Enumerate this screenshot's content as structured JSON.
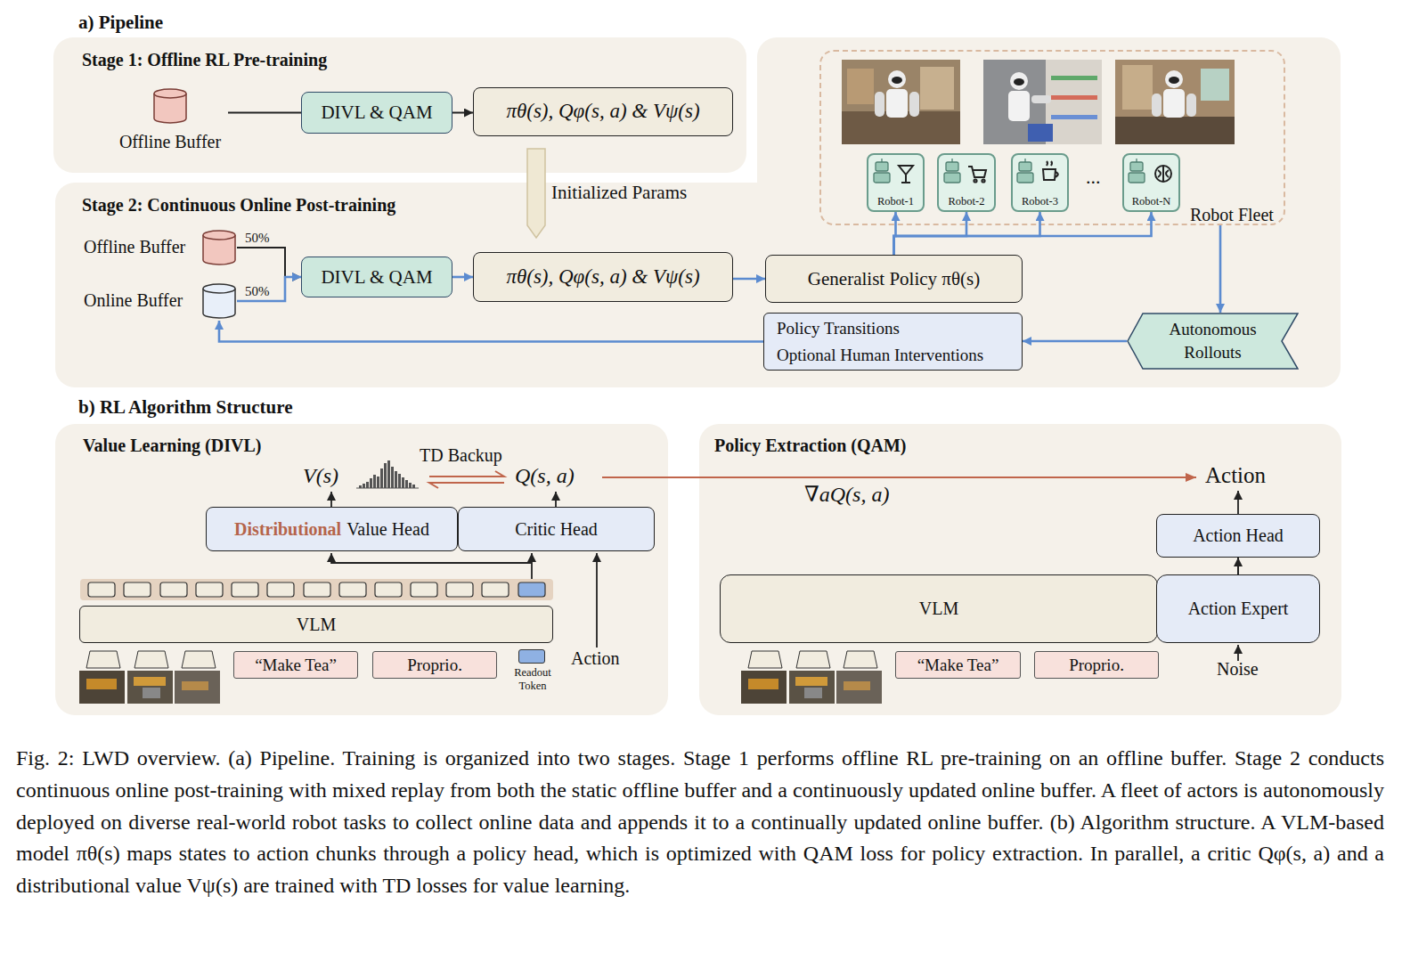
{
  "diagram": {
    "caption": "Fig. 2: LWD overview. (a) Pipeline. Training is organized into two stages. Stage 1 performs offline RL pre-training on an offline buffer. Stage 2 conducts continuous online post-training with mixed replay from both the static offline buffer and a continuously updated online buffer. A fleet of actors is autonomously deployed on diverse real-world robot tasks to collect online data and appends it to a continually updated online buffer. (b) Algorithm structure. A VLM-based model πθ(s) maps states to action chunks through a policy head, which is optimized with QAM loss for policy extraction. In parallel, a critic Qφ(s, a) and a distributional value Vψ(s) are trained with TD losses for value learning.",
    "nodes": [
      {
        "text": [
          "Stage 1: Offline RL Pre-training"
        ]
      },
      {
        "text": [
          "Offline Buffer"
        ],
        "in": 0
      },
      {
        "text": [
          "DIVL & QAM"
        ],
        "in": 0
      },
      {
        "text": [
          "πθ(s), Qφ(s, a) & Vψ(s)"
        ],
        "in": 0
      },
      {
        "text": [
          "Stage 2: Continuous Online Post-training"
        ]
      },
      {
        "text": [
          "Offline Buffer"
        ],
        "in": 4
      },
      {
        "text": [
          "Online Buffer"
        ],
        "in": 4
      },
      {
        "text": [
          "DIVL & QAM"
        ],
        "in": 4
      },
      {
        "text": [
          "πθ(s), Qφ(s, a) & Vψ(s)"
        ],
        "in": 4
      },
      {
        "text": [
          "Generalist Policy πθ(s)"
        ],
        "in": 4
      },
      {
        "text": [
          "Policy Transitions",
          "Optional Human Interventions"
        ],
        "in": 4
      },
      {
        "text": [
          "Autonomous Rollouts"
        ],
        "in": 4
      },
      {
        "text": [
          "Robot Fleet"
        ]
      },
      {
        "text": [
          "Robot-1"
        ],
        "in": 12
      },
      {
        "text": [
          "Robot-2"
        ],
        "in": 12
      },
      {
        "text": [
          "Robot-3"
        ],
        "in": 12
      },
      {
        "text": [
          "Robot-N"
        ],
        "in": 12
      },
      {
        "text": [
          "Value Learning (DIVL)"
        ]
      },
      {
        "text": [
          "Distributional",
          "Value Head"
        ],
        "in": 17
      },
      {
        "text": [
          "Critic Head"
        ],
        "in": 17
      },
      {
        "text": [
          "VLM"
        ],
        "in": 17
      },
      {
        "text": [
          "“Make Tea”"
        ],
        "in": 17
      },
      {
        "text": [
          "Proprio."
        ],
        "in": 17
      },
      {
        "text": [
          "Readout Token"
        ],
        "in": 17
      },
      {
        "text": [
          "Policy Extraction (QAM)"
        ]
      },
      {
        "text": [
          "Action Head"
        ],
        "in": 24
      },
      {
        "text": [
          "VLM"
        ],
        "in": 24
      },
      {
        "text": [
          "Action Expert"
        ],
        "in": 24
      },
      {
        "text": [
          "“Make Tea”"
        ],
        "in": 24
      },
      {
        "text": [
          "Proprio."
        ],
        "in": 24
      }
    ],
    "edges": [
      {
        "from": 1,
        "to": 2,
        "arrow": "none"
      },
      {
        "from": 2,
        "to": 3,
        "arrow": "to"
      },
      {
        "from": 3,
        "to": 8,
        "label": "Initialized Params",
        "arrow": "to"
      },
      {
        "from": 5,
        "to": 7,
        "label": "50%",
        "arrow": "to"
      },
      {
        "from": 6,
        "to": 7,
        "label": "50%",
        "arrow": "to"
      },
      {
        "from": 7,
        "to": 8,
        "arrow": "to"
      },
      {
        "from": 8,
        "to": 9,
        "arrow": "to"
      },
      {
        "from": 9,
        "to": 13,
        "arrow": "to"
      },
      {
        "from": 9,
        "to": 14,
        "arrow": "to"
      },
      {
        "from": 9,
        "to": 15,
        "arrow": "to"
      },
      {
        "from": 9,
        "to": 16,
        "arrow": "to"
      },
      {
        "from": 12,
        "to": 11,
        "arrow": "to"
      },
      {
        "from": 11,
        "to": 10,
        "arrow": "to"
      },
      {
        "from": 10,
        "to": 6,
        "arrow": "to"
      },
      {
        "from": 27,
        "to": 25,
        "arrow": "to"
      }
    ],
    "labels": [
      "a) Pipeline",
      "...",
      "b) RL Algorithm Structure",
      "V(s)",
      "TD Backup",
      "Q(s, a)",
      "Action",
      "Action",
      "∇aQ(s, a)",
      "Noise"
    ]
  }
}
